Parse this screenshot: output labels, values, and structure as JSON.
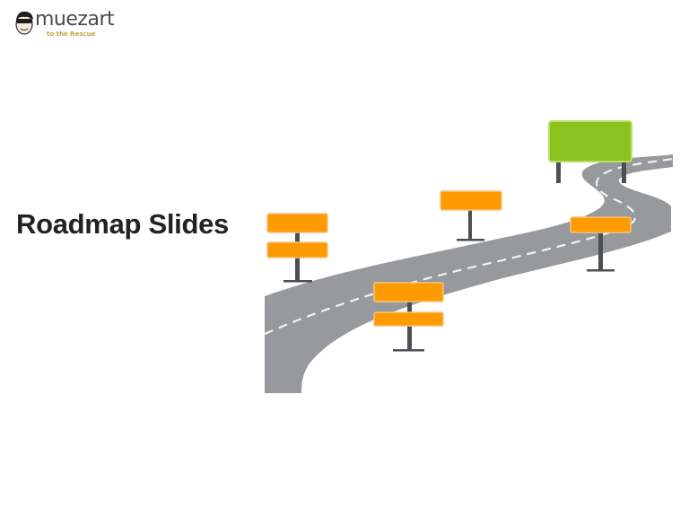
{
  "logo": {
    "name": "muezart",
    "tagline": "to the Rescue",
    "icon": "masked-face-icon"
  },
  "slide": {
    "title": "Roadmap Slides"
  },
  "colors": {
    "road": "#97999c",
    "road_dash": "#f2f2f2",
    "sign_orange": "#ff9a00",
    "sign_orange_border": "#f7c27a",
    "sign_green": "#8cc21f",
    "sign_green_border": "#b9e06a",
    "post": "#4d4f52",
    "title": "#222222"
  },
  "signs": [
    {
      "id": "sign-left-double",
      "color": "orange",
      "panels": 2,
      "label": ""
    },
    {
      "id": "sign-mid-upper",
      "color": "orange",
      "panels": 1,
      "label": ""
    },
    {
      "id": "sign-mid-lower-double",
      "color": "orange",
      "panels": 2,
      "label": ""
    },
    {
      "id": "sign-right",
      "color": "orange",
      "panels": 1,
      "label": ""
    },
    {
      "id": "sign-finish",
      "color": "green",
      "panels": 1,
      "label": ""
    }
  ]
}
